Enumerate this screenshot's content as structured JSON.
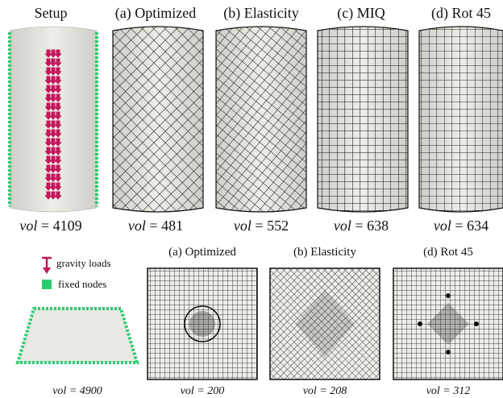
{
  "top_row": {
    "titles": [
      "Setup",
      "(a) Optimized",
      "(b) Elasticity",
      "(c) MIQ",
      "(d) Rot 45"
    ],
    "volumes": [
      "4109",
      "481",
      "552",
      "638",
      "634"
    ],
    "vol_label": "vol"
  },
  "bottom_row": {
    "titles": [
      "(a) Optimized",
      "(b) Elasticity",
      "(d) Rot 45"
    ],
    "volumes": [
      "vol = 200",
      "vol = 208",
      "vol = 312"
    ],
    "setup_volume": "vol = 4900"
  },
  "legend": {
    "gravity_label": "gravity loads",
    "fixed_label": "fixed nodes"
  },
  "colors": {
    "load": "#c2185b",
    "fixed": "#2ecc71",
    "surface": "#e9e8e2",
    "mesh": "#111111"
  }
}
